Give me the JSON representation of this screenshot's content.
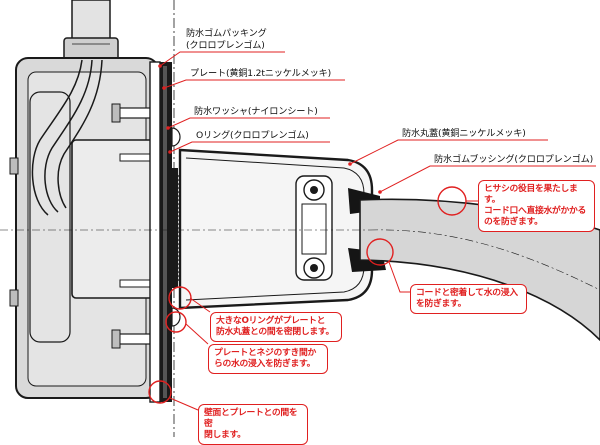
{
  "labels": {
    "packing_line1": "防水ゴムパッキング",
    "packing_line2": "(クロロプレンゴム)",
    "plate": "プレート(黄銅1.2tニッケルメッキ)",
    "washer": "防水ワッシャ(ナイロンシート)",
    "oring": "Oリング(クロロプレンゴム)",
    "round_cap": "防水丸蓋(黄銅ニッケルメッキ)",
    "bushing": "防水ゴムブッシング(クロロプレンゴム)"
  },
  "notes": {
    "eaves": [
      "ヒサシの役目を果たします。",
      "コード口へ直接水がかかる",
      "のを防ぎます。"
    ],
    "cord": [
      "コードと密着して水の浸入",
      "を防ぎます。"
    ],
    "big_oring": [
      "大きなOリングがプレートと",
      "防水丸蓋との間を密閉します。"
    ],
    "screw_gap": [
      "プレートとネジのすき間か",
      "らの水の浸入を防ぎます。"
    ],
    "wall": [
      "壁面とプレートとの間を密",
      "閉します。"
    ]
  },
  "colors": {
    "line": "#1a1a1a",
    "accent": "#e02020",
    "box_fill": "#d9d9d9",
    "body_fill": "#ececec",
    "black_part": "#151515"
  }
}
